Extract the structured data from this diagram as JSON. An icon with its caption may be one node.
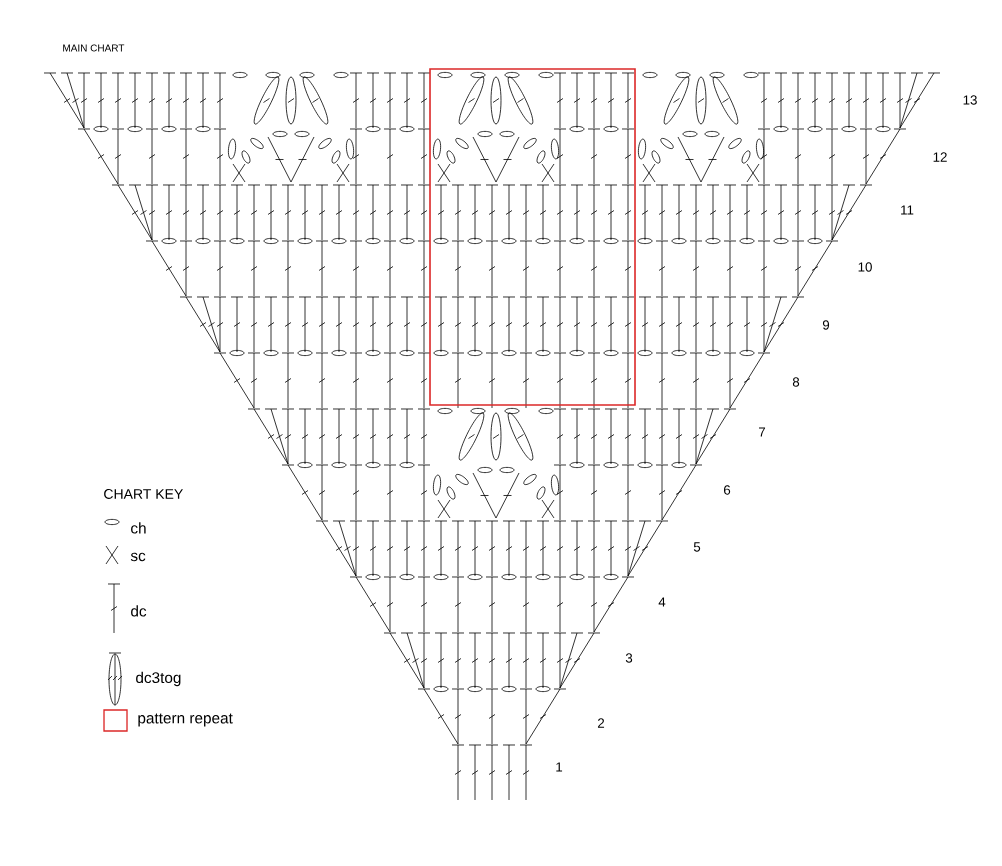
{
  "diagram": {
    "title": "MAIN CHART",
    "labels": [
      "13",
      "12",
      "11",
      "10",
      "9",
      "8",
      "7",
      "CHART KEY",
      "6",
      "5",
      "4",
      "3",
      "2",
      "1"
    ],
    "legend": [
      {
        "text": "ch"
      },
      {
        "text": "sc"
      },
      {
        "text": "dc"
      },
      {
        "text": "dc3tog"
      },
      {
        "text": "pattern repeat"
      }
    ]
  }
}
